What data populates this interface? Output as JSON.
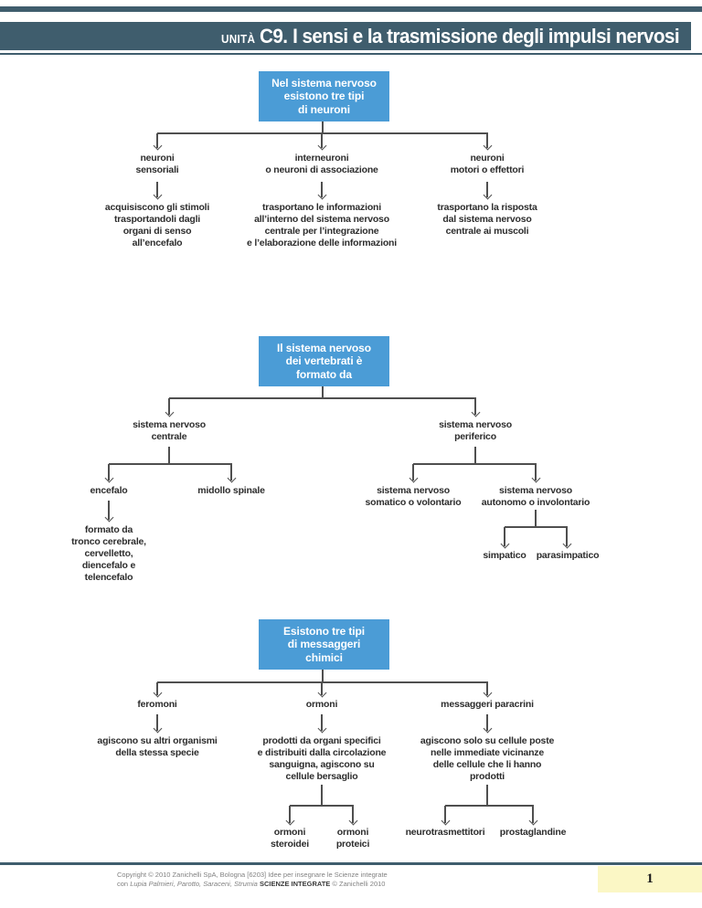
{
  "header": {
    "unit_label": "UNITÀ",
    "unit_code": "C9.",
    "title": "I sensi e la trasmissione degli impulsi nervosi"
  },
  "map1": {
    "root": "Nel sistema nervoso\nesistono tre tipi\ndi neuroni",
    "branches": [
      {
        "label": "neuroni\nsensoriali",
        "description": "acquisiscono gli stimoli\ntrasportandoli dagli\norgani di senso\nall’encefalo"
      },
      {
        "label": "interneuroni\no neuroni di associazione",
        "description": "trasportano le informazioni\nall’interno del sistema nervoso\ncentrale per l’integrazione\ne l’elaborazione delle informazioni"
      },
      {
        "label": "neuroni\nmotori o effettori",
        "description": "trasportano la risposta\ndal sistema nervoso\ncentrale ai muscoli"
      }
    ]
  },
  "map2": {
    "root": "Il sistema nervoso\ndei vertebrati è\nformato da",
    "central": {
      "label": "sistema nervoso\ncentrale",
      "children": [
        {
          "label": "encefalo",
          "description": "formato da\ntronco cerebrale,\ncervelletto,\ndiencefalo e\ntelencefalo"
        },
        {
          "label": "midollo spinale"
        }
      ]
    },
    "peripheral": {
      "label": "sistema nervoso\nperiferico",
      "children": [
        {
          "label": "sistema nervoso\nsomatico o volontario"
        },
        {
          "label": "sistema nervoso\nautonomo o involontario",
          "children": [
            {
              "label": "simpatico"
            },
            {
              "label": "parasimpatico"
            }
          ]
        }
      ]
    }
  },
  "map3": {
    "root": "Esistono tre tipi\ndi messaggeri\nchimici",
    "branches": [
      {
        "label": "feromoni",
        "description": "agiscono su altri organismi\ndella stessa specie"
      },
      {
        "label": "ormoni",
        "description": "prodotti da organi specifici\ne distribuiti dalla circolazione\nsanguigna, agiscono su\ncellule bersaglio",
        "children": [
          {
            "label": "ormoni\nsteroidei"
          },
          {
            "label": "ormoni\nproteici"
          }
        ]
      },
      {
        "label": "messaggeri paracrini",
        "description": "agiscono solo su cellule poste\nnelle immediate vicinanze\ndelle cellule che li hanno\nprodotti",
        "children": [
          {
            "label": "neurotrasmettitori"
          },
          {
            "label": "prostaglandine"
          }
        ]
      }
    ]
  },
  "footer": {
    "copyright_line1": "Copyright © 2010 Zanichelli SpA, Bologna [6203] Idee per insegnare le Scienze integrate",
    "copyright_prefix": "con ",
    "authors": "Lupia Palmieri, Parotto, Saraceni, Strumia",
    "series_title": "SCIENZE INTEGRATE",
    "copyright_suffix": " © Zanichelli 2010",
    "page_number": "1"
  },
  "colors": {
    "header_bar": "#3F5D6D",
    "node_box": "#4B9CD6",
    "line": "#4f4f4f",
    "page_badge": "#FBF7C5"
  }
}
